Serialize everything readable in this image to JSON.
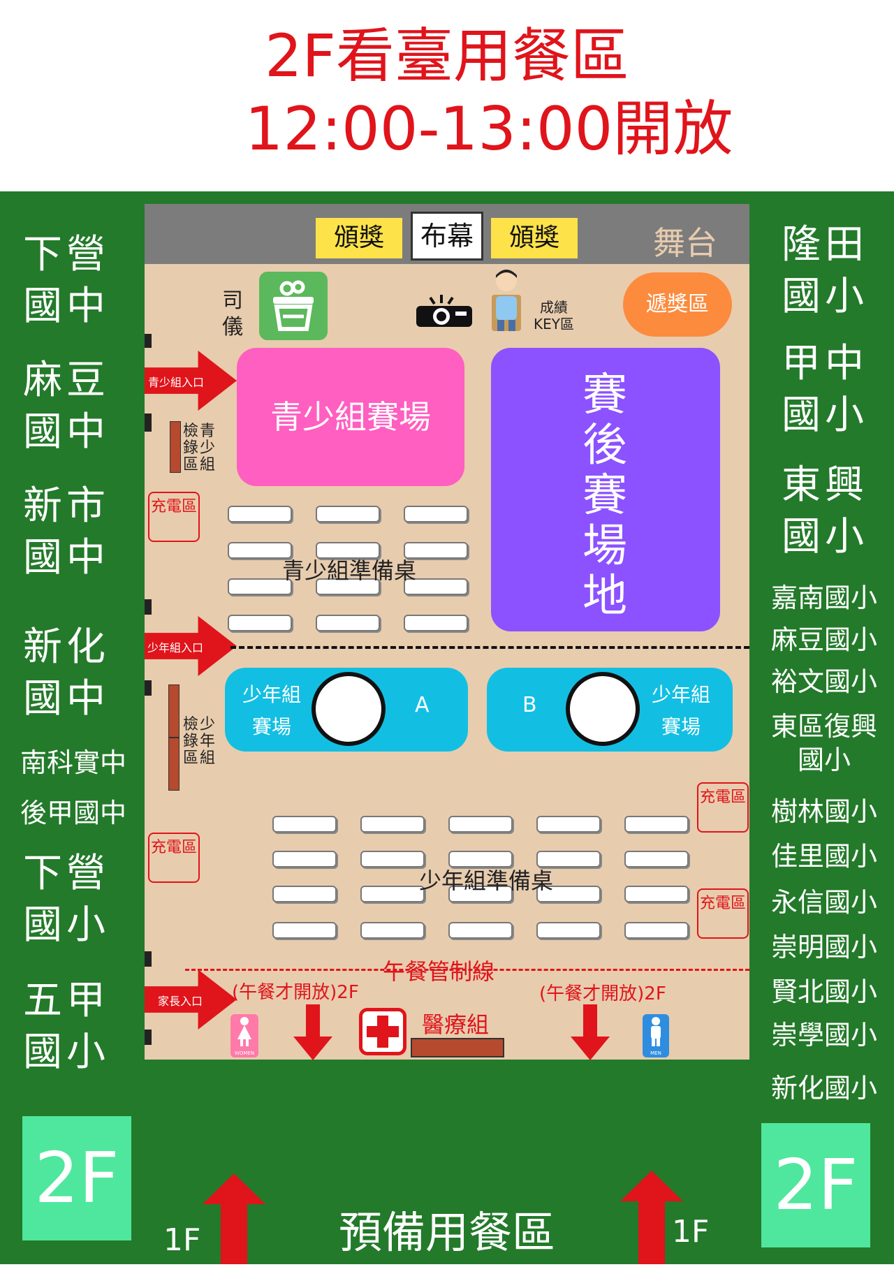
{
  "title": {
    "line1": "2F看臺用餐區",
    "line2": "12:00-13:00開放"
  },
  "stage": {
    "award_left": "頒獎",
    "curtain": "布幕",
    "award_right": "頒獎",
    "label": "舞台"
  },
  "zones": {
    "emcee": "司儀",
    "scores": "成績",
    "scores_key": "KEY區",
    "award_pass": "遞獎區",
    "youth_court": "青少組賽場",
    "post_court": "賽後賽場地",
    "youth_prep": "青少組準備桌",
    "junior_court": "少年組賽場",
    "court_a": "A",
    "court_b": "B",
    "junior_prep": "少年組準備桌",
    "lunch_line": "午餐管制線",
    "medical": "醫療組",
    "charge": "充電區",
    "check_youth": "檢錄區",
    "check_youth_group": "青少組",
    "check_junior": "檢錄區",
    "check_junior_group": "少年組",
    "stairs_note": "(午餐才開放)2F",
    "reserve_dining": "預備用餐區",
    "floor_1f": "1F",
    "floor_2f": "2F"
  },
  "entrances": {
    "youth": "青少組入口",
    "junior": "少年組入口",
    "parent": "家長入口"
  },
  "restrooms": {
    "women": "WOMEN",
    "men": "MEN"
  },
  "schools_left": [
    "下營國中",
    "麻豆國中",
    "新市國中",
    "新化國中",
    "南科實中",
    "後甲國中",
    "下營國小",
    "五甲國小"
  ],
  "schools_right": [
    "隆田國小",
    "甲中國小",
    "東興國小",
    "嘉南國小",
    "麻豆國小",
    "裕文國小",
    "東區復興國小",
    "樹林國小",
    "佳里國小",
    "永信國小",
    "崇明國小",
    "賢北國小",
    "崇學國小",
    "新化國小"
  ],
  "colors": {
    "title": "#e0141b",
    "background_green": "#237a2a",
    "floor": "#e8ccae",
    "youth_court": "#ff5fc0",
    "post_court": "#8c52ff",
    "junior_court": "#12bfe3",
    "floor_badge": "#4ee79d",
    "award": "#fde24a",
    "award_pass": "#fc8b3e"
  }
}
